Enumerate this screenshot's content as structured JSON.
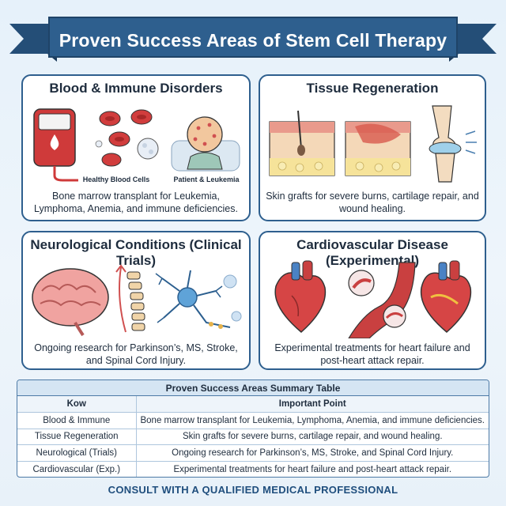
{
  "banner": {
    "title": "Proven Success Areas of Stem Cell Therapy"
  },
  "cards": {
    "blood": {
      "title": "Blood & Immune Disorders",
      "labels": [
        "Healthy Blood Cells",
        "Patient & Leukemia"
      ],
      "description": "Bone marrow transplant for Leukemia, Lymphoma, Anemia, and immune deficiencies."
    },
    "tissue": {
      "title": "Tissue Regeneration",
      "description": "Skin grafts for severe burns, cartilage repair, and wound healing."
    },
    "neuro": {
      "title": "Neurological Conditions (Clinical Trials)",
      "description": "Ongoing research for Parkinson’s, MS, Stroke, and Spinal Cord Injury."
    },
    "cardio": {
      "title": "Cardiovascular Disease (Experimental)",
      "description": "Experimental treatments for heart failure and post-heart attack repair."
    }
  },
  "table": {
    "caption": "Proven Success Areas Summary Table",
    "headers": [
      "Kow",
      "Important Point"
    ],
    "rows": [
      [
        "Blood & Immune",
        "Bone marrow transplant for Leukemia, Lymphoma, Anemia, and immune deficiencies."
      ],
      [
        "Tissue Regeneration",
        "Skin grafts for severe burns, cartilage repair, and wound healing."
      ],
      [
        "Neurological (Trials)",
        "Ongoing research for Parkinson’s, MS, Stroke, and Spinal Cord Injury."
      ],
      [
        "Cardiovascular (Exp.)",
        "Experimental treatments for heart failure and post-heart attack repair."
      ]
    ]
  },
  "footer": {
    "text": "CONSULT WITH A QUALIFIED MEDICAL PROFESSIONAL"
  },
  "colors": {
    "banner": "#2e5f8e",
    "border": "#2e5f8e",
    "background": "#e6f1fa",
    "accent_red": "#d64545"
  }
}
